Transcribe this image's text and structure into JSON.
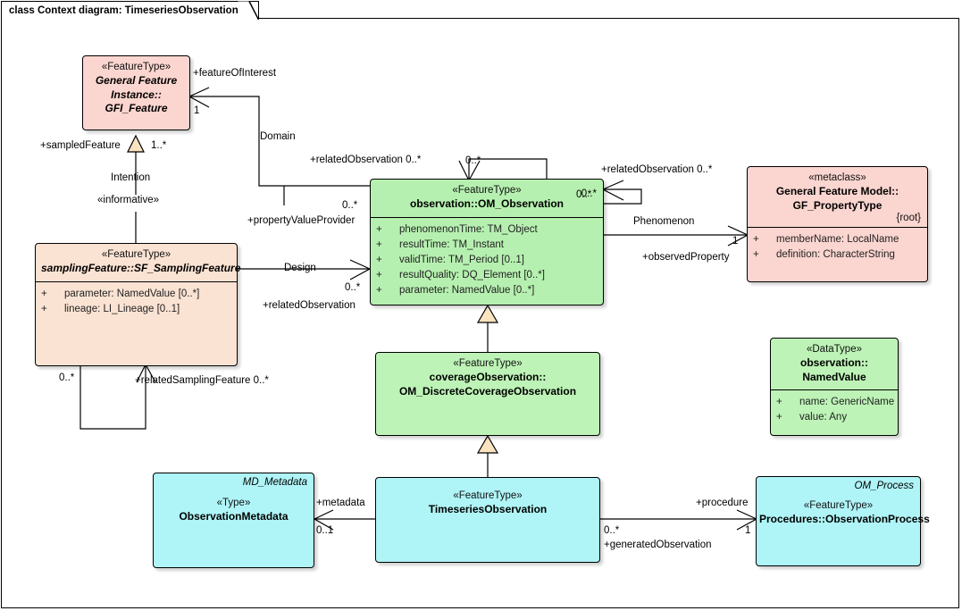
{
  "diagram": {
    "title": "class Context diagram: TimeseriesObservation",
    "colors": {
      "pink": "#fbd5cf",
      "peach": "#fbe3d3",
      "green": "#b6f0b0",
      "cyan": "#aff4f7",
      "line": "#000000",
      "triangle_fill": "#fae3c0"
    }
  },
  "classes": {
    "gfi_feature": {
      "stereotype": "«FeatureType»",
      "name_line1": "General Feature",
      "name_line2": "Instance::",
      "name_line3": "GFI_Feature",
      "attributes": []
    },
    "sampling_feature": {
      "stereotype": "«FeatureType»",
      "name": "samplingFeature::SF_SamplingFeature",
      "attributes": [
        {
          "visibility": "+",
          "text": "parameter: NamedValue [0..*]"
        },
        {
          "visibility": "+",
          "text": "lineage: LI_Lineage [0..1]"
        }
      ]
    },
    "om_observation": {
      "stereotype": "«FeatureType»",
      "name": "observation::OM_Observation",
      "corner_multiplicity": "0..*",
      "attributes": [
        {
          "visibility": "+",
          "text": "phenomenonTime: TM_Object"
        },
        {
          "visibility": "+",
          "text": "resultTime: TM_Instant"
        },
        {
          "visibility": "+",
          "text": "validTime: TM_Period [0..1]"
        },
        {
          "visibility": "+",
          "text": "resultQuality: DQ_Element [0..*]"
        },
        {
          "visibility": "+",
          "text": "parameter: NamedValue [0..*]"
        }
      ]
    },
    "gf_propertytype": {
      "stereotype": "«metaclass»",
      "name_line1": "General Feature Model::",
      "name_line2": "GF_PropertyType",
      "constraint": "{root}",
      "attributes": [
        {
          "visibility": "+",
          "text": "memberName: LocalName"
        },
        {
          "visibility": "+",
          "text": "definition: CharacterString"
        }
      ]
    },
    "coverage_observation": {
      "stereotype": "«FeatureType»",
      "name_line1": "coverageObservation::",
      "name_line2": "OM_DiscreteCoverageObservation",
      "attributes": []
    },
    "named_value": {
      "stereotype": "«DataType»",
      "name_line1": "observation::",
      "name_line2": "NamedValue",
      "attributes": [
        {
          "visibility": "+",
          "text": "name: GenericName"
        },
        {
          "visibility": "+",
          "text": "value: Any"
        }
      ]
    },
    "observation_metadata": {
      "corner_label": "MD_Metadata",
      "stereotype": "«Type»",
      "name": "ObservationMetadata",
      "attributes": []
    },
    "timeseries_observation": {
      "stereotype": "«FeatureType»",
      "name": "TimeseriesObservation",
      "attributes": []
    },
    "observation_process": {
      "corner_label": "OM_Process",
      "stereotype": "«FeatureType»",
      "name": "Procedures::ObservationProcess",
      "attributes": []
    }
  },
  "connectors": {
    "domain": {
      "name": "Domain",
      "target_role": "+featureOfInterest",
      "target_multiplicity": "1",
      "source_multiplicity": "0..*",
      "source_role": "+propertyValueProvider"
    },
    "self_observation_top": {
      "role": "+relatedObservation 0..*",
      "multiplicity": "0..*"
    },
    "self_observation_right": {
      "role": "+relatedObservation 0..*",
      "multiplicity": "0..*"
    },
    "phenomenon": {
      "name": "Phenomenon",
      "role": "+observedProperty",
      "multiplicity": "1"
    },
    "design": {
      "name": "Design",
      "role": "+relatedObservation",
      "multiplicity": "0..*"
    },
    "intention": {
      "name": "Intention",
      "stereotype": "«informative»",
      "role": "+sampledFeature",
      "multiplicity": "1..*"
    },
    "self_sampling": {
      "role": "+relatedSamplingFeature 0..*",
      "multiplicity": "0..*"
    },
    "metadata": {
      "role": "+metadata",
      "multiplicity": "0..1"
    },
    "procedure": {
      "role": "+procedure",
      "target_multiplicity": "1",
      "source_multiplicity": "0..*",
      "source_role": "+generatedObservation"
    }
  }
}
